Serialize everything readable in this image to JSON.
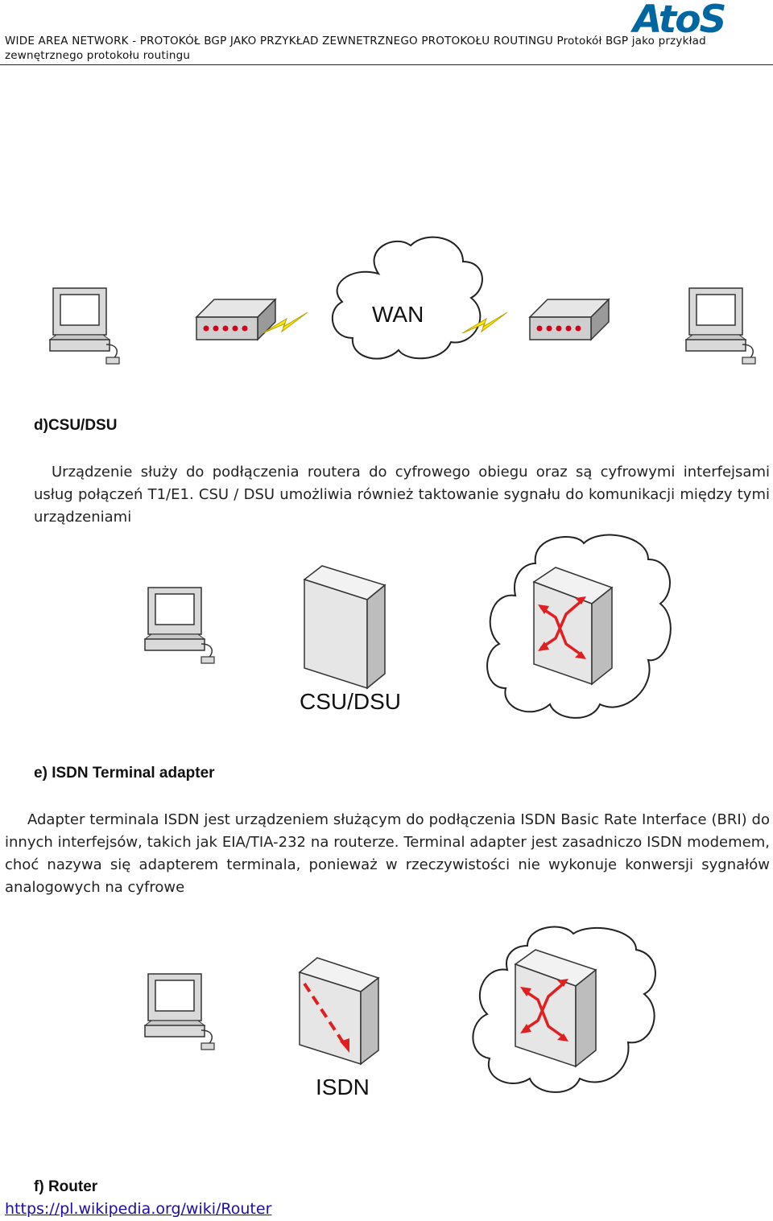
{
  "header": {
    "title": "WIDE AREA NETWORK - PROTOKÓŁ BGP JAKO PRZYKŁAD ZEWNETRZNEGO PROTOKOŁU ROUTINGU Protokół BGP jako przykład zewnętrznego protokołu routingu",
    "logo_text": "AtoS"
  },
  "diagram_wan": {
    "cloud_label": "WAN"
  },
  "section_d": {
    "heading_marker": "d)",
    "heading": "CSU/DSU",
    "paragraph": "Urządzenie służy do podłączenia routera do cyfrowego obiegu oraz są cyfrowymi interfejsami usług połączeń T1/E1. CSU / DSU umożliwia również taktowanie sygnału do komunikacji między tymi urządzeniami"
  },
  "diagram_csu": {
    "label": "CSU/DSU"
  },
  "section_e": {
    "heading_marker": "e)",
    "heading": "ISDN Terminal adapter",
    "paragraph": "Adapter terminala ISDN jest urządzeniem służącym do podłączenia ISDN Basic Rate Interface (BRI) do innych interfejsów, takich jak EIA/TIA-232 na routerze. Terminal adapter jest zasadniczo ISDN modemem, choć nazywa się adapterem terminala, ponieważ w rzeczywistości nie wykonuje konwersji sygnałów analogowych na cyfrowe"
  },
  "diagram_isdn": {
    "label": "ISDN"
  },
  "section_f": {
    "heading_marker": "f)",
    "heading": "Router",
    "link": "https://pl.wikipedia.org/wiki/Router"
  },
  "colors": {
    "brand": "#0066a1",
    "link": "#1a0dab",
    "alert_red": "#e02020",
    "lightning": "#ffe800"
  }
}
